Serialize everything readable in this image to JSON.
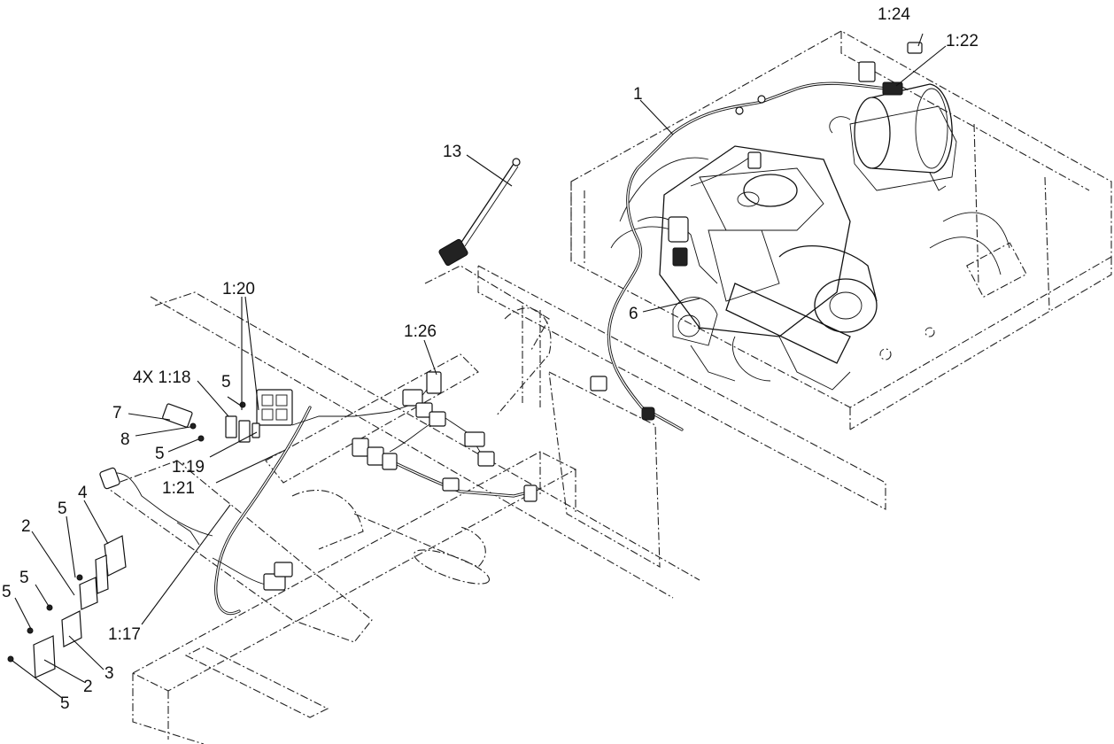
{
  "callouts": [
    {
      "id": "c-1-24",
      "text": "1:24"
    },
    {
      "id": "c-1-22",
      "text": "1:22"
    },
    {
      "id": "c-1",
      "text": "1"
    },
    {
      "id": "c-13",
      "text": "13"
    },
    {
      "id": "c-6",
      "text": "6"
    },
    {
      "id": "c-1-20",
      "text": "1:20"
    },
    {
      "id": "c-1-26",
      "text": "1:26"
    },
    {
      "id": "c-4x-1-18",
      "text": "4X 1:18"
    },
    {
      "id": "c-5a",
      "text": "5"
    },
    {
      "id": "c-7",
      "text": "7"
    },
    {
      "id": "c-8",
      "text": "8"
    },
    {
      "id": "c-5b",
      "text": "5"
    },
    {
      "id": "c-1-19",
      "text": "1:19"
    },
    {
      "id": "c-1-21",
      "text": "1:21"
    },
    {
      "id": "c-5c",
      "text": "5"
    },
    {
      "id": "c-4",
      "text": "4"
    },
    {
      "id": "c-2a",
      "text": "2"
    },
    {
      "id": "c-5d",
      "text": "5"
    },
    {
      "id": "c-5e",
      "text": "5"
    },
    {
      "id": "c-1-17",
      "text": "1:17"
    },
    {
      "id": "c-3",
      "text": "3"
    },
    {
      "id": "c-2b",
      "text": "2"
    },
    {
      "id": "c-5f",
      "text": "5"
    }
  ]
}
